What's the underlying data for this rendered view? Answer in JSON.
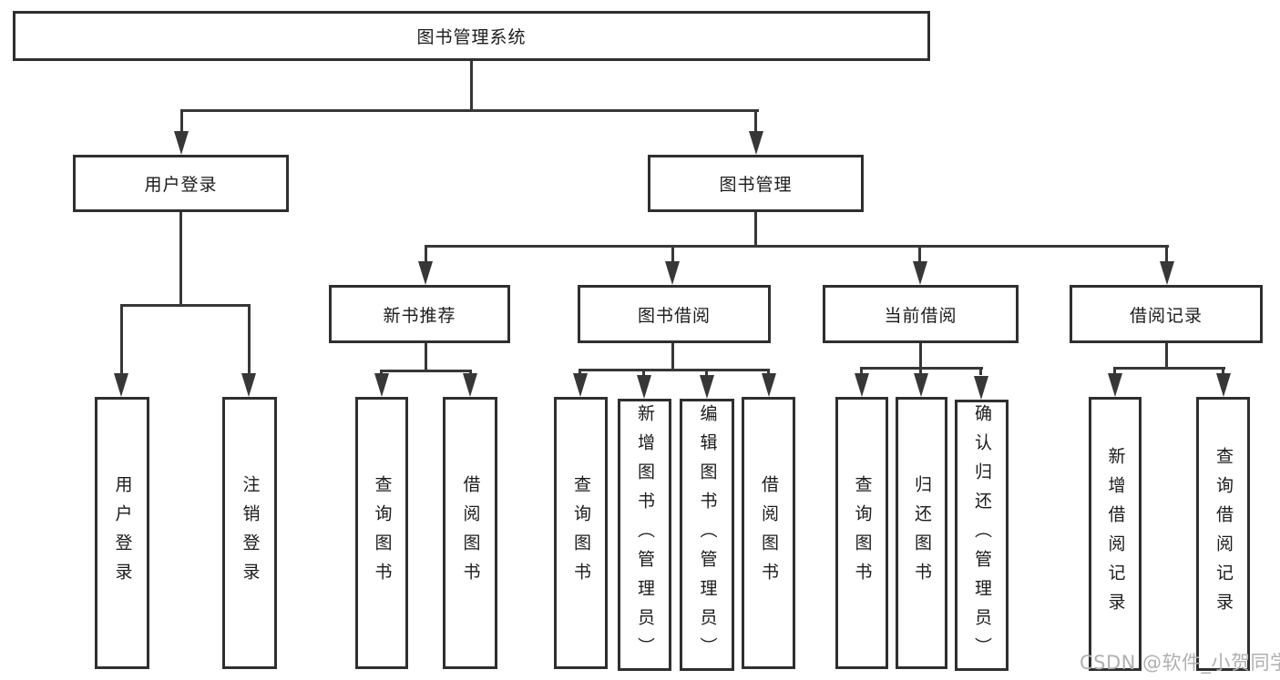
{
  "tree": {
    "root": "图书管理系统",
    "branches": [
      {
        "label": "用户登录",
        "children": [
          {
            "label": "用户登录"
          },
          {
            "label": "注销登录"
          }
        ]
      },
      {
        "label": "图书管理",
        "children": [
          {
            "label": "新书推荐",
            "children": [
              {
                "label": "查询图书"
              },
              {
                "label": "借阅图书"
              }
            ]
          },
          {
            "label": "图书借阅",
            "children": [
              {
                "label": "查询图书"
              },
              {
                "label": "新增图书（管理员）"
              },
              {
                "label": "编辑图书（管理员）"
              },
              {
                "label": "借阅图书"
              }
            ]
          },
          {
            "label": "当前借阅",
            "children": [
              {
                "label": "查询图书"
              },
              {
                "label": "归还图书"
              },
              {
                "label": "确认归还（管理员）"
              }
            ]
          },
          {
            "label": "借阅记录",
            "children": [
              {
                "label": "新增借阅记录"
              },
              {
                "label": "查询借阅记录"
              }
            ]
          }
        ]
      }
    ]
  },
  "watermark": "CSDN @软件_小贺同学",
  "colors": {
    "background": "#ffffff",
    "line": "#373737",
    "border": "#2f2f2f",
    "text": "#1b1b1b",
    "watermark": "#b0b0b0"
  }
}
